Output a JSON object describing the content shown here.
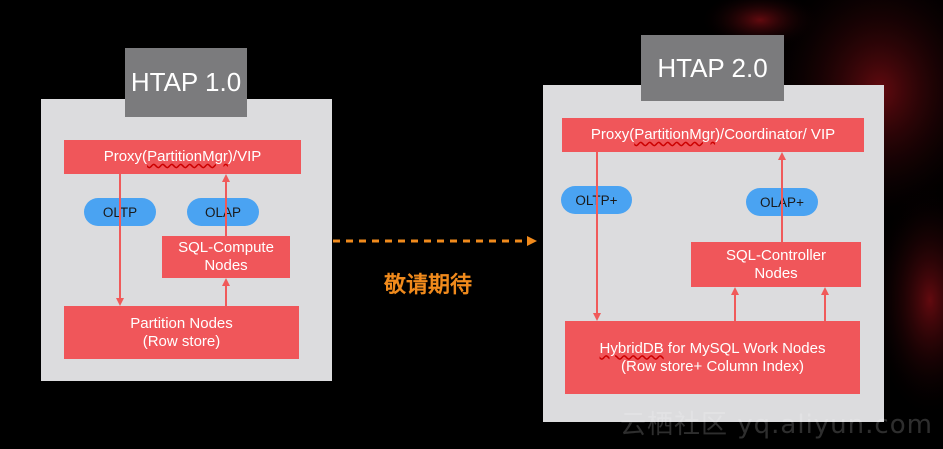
{
  "colors": {
    "background": "#000000",
    "panel": "#dcdcde",
    "title_tag": "#7b7b7d",
    "node_red": "#f0565a",
    "pill_blue": "#4aa3f2",
    "arrow": "#f05a5a",
    "dashed_arrow": "#f08a1c",
    "chinese_label": "#f08a1c"
  },
  "left": {
    "title": "HTAP 1.0",
    "proxy": {
      "prefix": "Proxy(",
      "underlined": "PartitionMgr",
      "suffix": ")/VIP"
    },
    "oltp": "OLTP",
    "olap": "OLAP",
    "sql_compute": [
      "SQL-Compute",
      "Nodes"
    ],
    "partition_nodes": [
      "Partition Nodes",
      "(Row store)"
    ]
  },
  "right": {
    "title": "HTAP 2.0",
    "proxy": {
      "prefix": "Proxy(",
      "underlined": "PartitionMgr",
      "suffix": ")/Coordinator/ VIP"
    },
    "oltp": "OLTP+",
    "olap": "OLAP+",
    "sql_controller": [
      "SQL-Controller",
      "Nodes"
    ],
    "hybrid": {
      "underlined": "HybridDB",
      "line1_rest": " for MySQL Work Nodes",
      "line2": "(Row store+ Column Index)"
    }
  },
  "middle_label": "敬请期待",
  "watermark": "云栖社区 yq.aliyun.com"
}
